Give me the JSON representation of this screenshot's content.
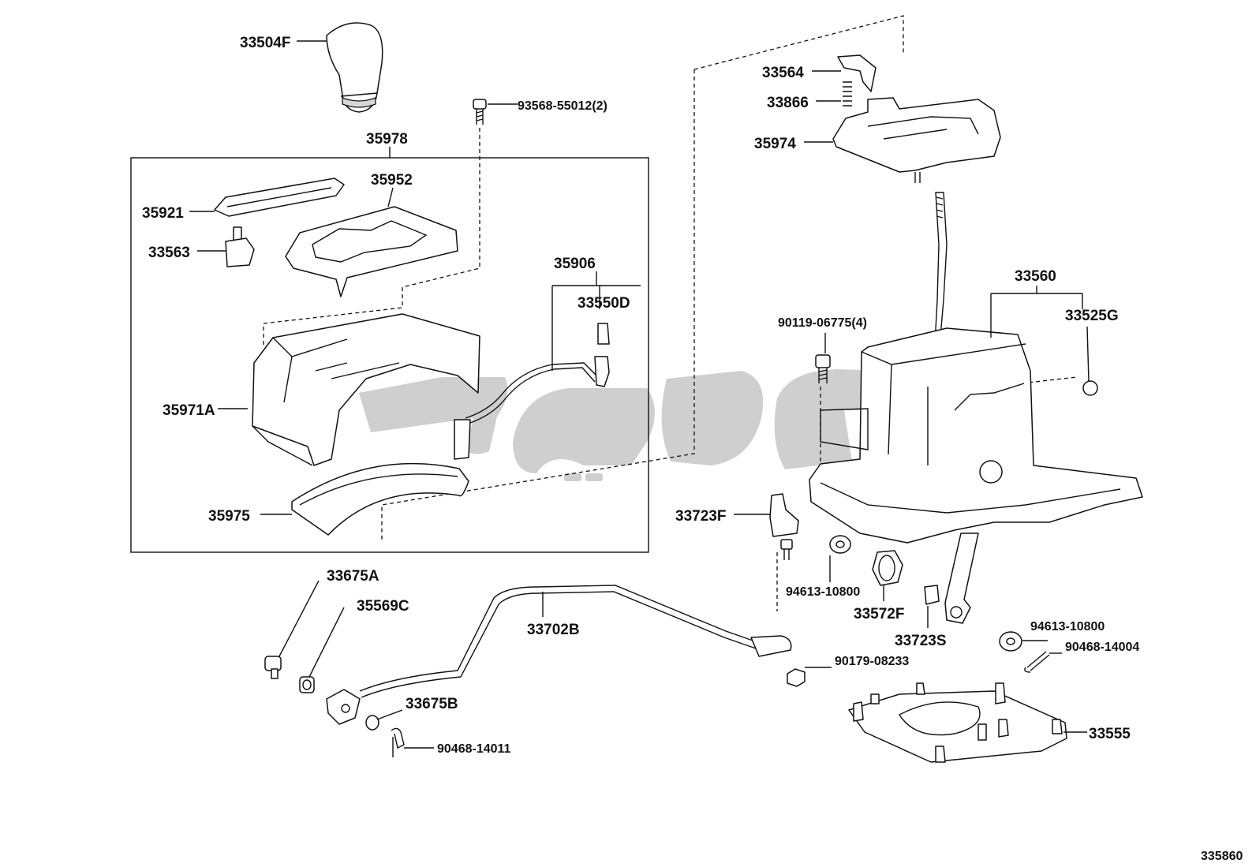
{
  "diagram_id": "335860",
  "group_label": "35978",
  "parts": [
    {
      "id": "p-33504F",
      "label": "33504F"
    },
    {
      "id": "p-93568",
      "label": "93568-55012(2)"
    },
    {
      "id": "p-35978",
      "label": "35978"
    },
    {
      "id": "p-35952",
      "label": "35952"
    },
    {
      "id": "p-35921",
      "label": "35921"
    },
    {
      "id": "p-33563",
      "label": "33563"
    },
    {
      "id": "p-35906",
      "label": "35906"
    },
    {
      "id": "p-33550D",
      "label": "33550D"
    },
    {
      "id": "p-35971A",
      "label": "35971A"
    },
    {
      "id": "p-35975",
      "label": "35975"
    },
    {
      "id": "p-33564",
      "label": "33564"
    },
    {
      "id": "p-33866",
      "label": "33866"
    },
    {
      "id": "p-35974",
      "label": "35974"
    },
    {
      "id": "p-33560",
      "label": "33560"
    },
    {
      "id": "p-33525G",
      "label": "33525G"
    },
    {
      "id": "p-90119",
      "label": "90119-06775(4)"
    },
    {
      "id": "p-33723F",
      "label": "33723F"
    },
    {
      "id": "p-94613a",
      "label": "94613-10800"
    },
    {
      "id": "p-33572F",
      "label": "33572F"
    },
    {
      "id": "p-33723S",
      "label": "33723S"
    },
    {
      "id": "p-94613b",
      "label": "94613-10800"
    },
    {
      "id": "p-90468-14004",
      "label": "90468-14004"
    },
    {
      "id": "p-90179",
      "label": "90179-08233"
    },
    {
      "id": "p-33555",
      "label": "33555"
    },
    {
      "id": "p-33675A",
      "label": "33675A"
    },
    {
      "id": "p-35569C",
      "label": "35569C"
    },
    {
      "id": "p-33702B",
      "label": "33702B"
    },
    {
      "id": "p-33675B",
      "label": "33675B"
    },
    {
      "id": "p-90468-14011",
      "label": "90468-14011"
    }
  ]
}
